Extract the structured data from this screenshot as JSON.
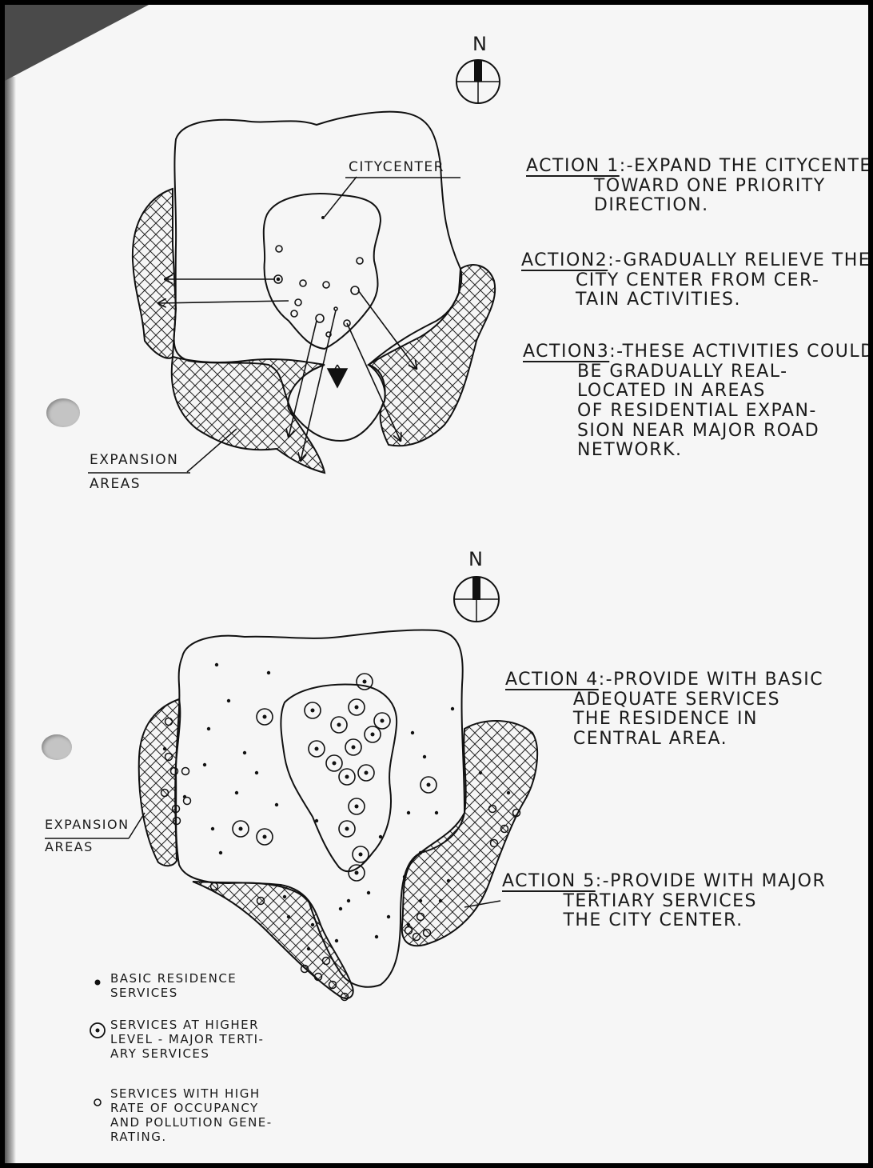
{
  "top_map": {
    "north_label": "N",
    "city_center_label": "CITYCENTER",
    "expansion_label_line1": "EXPANSION",
    "expansion_label_line2": "AREAS"
  },
  "actions_top": [
    {
      "head": "ACTION 1",
      "text": ":-EXPAND THE CITYCENTER\n          TOWARD ONE PRIORITY\n          DIRECTION."
    },
    {
      "head": "ACTION2",
      "text": ":-GRADUALLY RELIEVE THE\n        CITY CENTER FROM CER-\n        TAIN ACTIVITIES."
    },
    {
      "head": "ACTION3",
      "text": ":-THESE ACTIVITIES COULD\n        BE GRADUALLY REAL-\n        LOCATED IN AREAS\n        OF RESIDENTIAL EXPAN-\n        SION NEAR MAJOR ROAD\n        NETWORK."
    }
  ],
  "bottom_map": {
    "north_label": "N",
    "expansion_label_line1": "EXPANSION",
    "expansion_label_line2": "AREAS"
  },
  "actions_bottom": [
    {
      "head": "ACTION 4",
      "text": ":-PROVIDE WITH BASIC\n          ADEQUATE SERVICES\n          THE RESIDENCE IN\n          CENTRAL AREA."
    },
    {
      "head": "ACTION 5",
      "text": ":-PROVIDE WITH MAJOR\n         TERTIARY SERVICES\n         THE CITY CENTER."
    }
  ],
  "legend": [
    {
      "symbol": "dot",
      "text": "BASIC RESIDENCE\nSERVICES"
    },
    {
      "symbol": "circle-dot",
      "text": "SERVICES AT HIGHER\nLEVEL - MAJOR TERTI-\nARY SERVICES"
    },
    {
      "symbol": "small-circle",
      "text": "SERVICES WITH HIGH\nRATE OF OCCUPANCY\nAND POLLUTION GENE-\nRATING."
    }
  ],
  "colors": {
    "paper": "#f6f6f6",
    "ink": "#1a1a1a",
    "frame": "#000000"
  }
}
